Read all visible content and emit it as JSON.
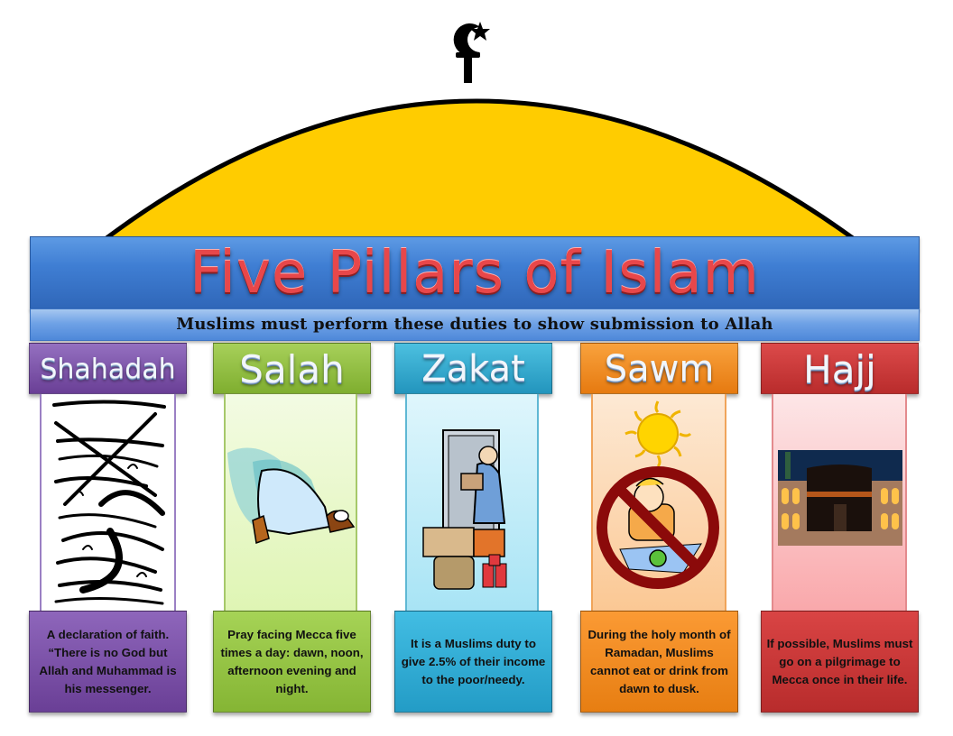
{
  "header": {
    "title": "Five Pillars of Islam",
    "subtitle": "Muslims must perform these duties to show submission to Allah"
  },
  "dome": {
    "fill_color": "#ffcc00",
    "outline_color": "#000000",
    "finial_icon": "crescent-and-star-icon"
  },
  "colors": {
    "banner": "#3f7ed3",
    "title_text": "#e8474a",
    "subbanner": "#6fa2e6"
  },
  "pillars": [
    {
      "name": "Shahadah",
      "description": "A declaration of faith. “There is no God but Allah and Muhammad is his messenger.",
      "image": "arabic-calligraphy-icon",
      "color": "#7b4fa6",
      "shaft_color": "#ffffff"
    },
    {
      "name": "Salah",
      "description": "Pray facing Mecca five times a day: dawn, noon, afternoon evening and night.",
      "image": "praying-man-icon",
      "color": "#8fbe3c",
      "shaft_color": "#eaf8cf"
    },
    {
      "name": "Zakat",
      "description": "It is a Muslims duty to give 2.5% of their income to the poor/needy.",
      "image": "giving-charity-icon",
      "color": "#2fa9cf",
      "shaft_color": "#c9eef8"
    },
    {
      "name": "Sawm",
      "description": "During the holy month of Ramadan, Muslims cannot eat or drink from dawn to dusk.",
      "image": "no-eating-sun-icon",
      "color": "#f08a1e",
      "shaft_color": "#fde0c4"
    },
    {
      "name": "Hajj",
      "description": "If possible, Muslims must go on a pilgrimage to Mecca once in their life.",
      "image": "kaaba-icon",
      "color": "#cf3a3a",
      "shaft_color": "#fdd6d8"
    }
  ]
}
